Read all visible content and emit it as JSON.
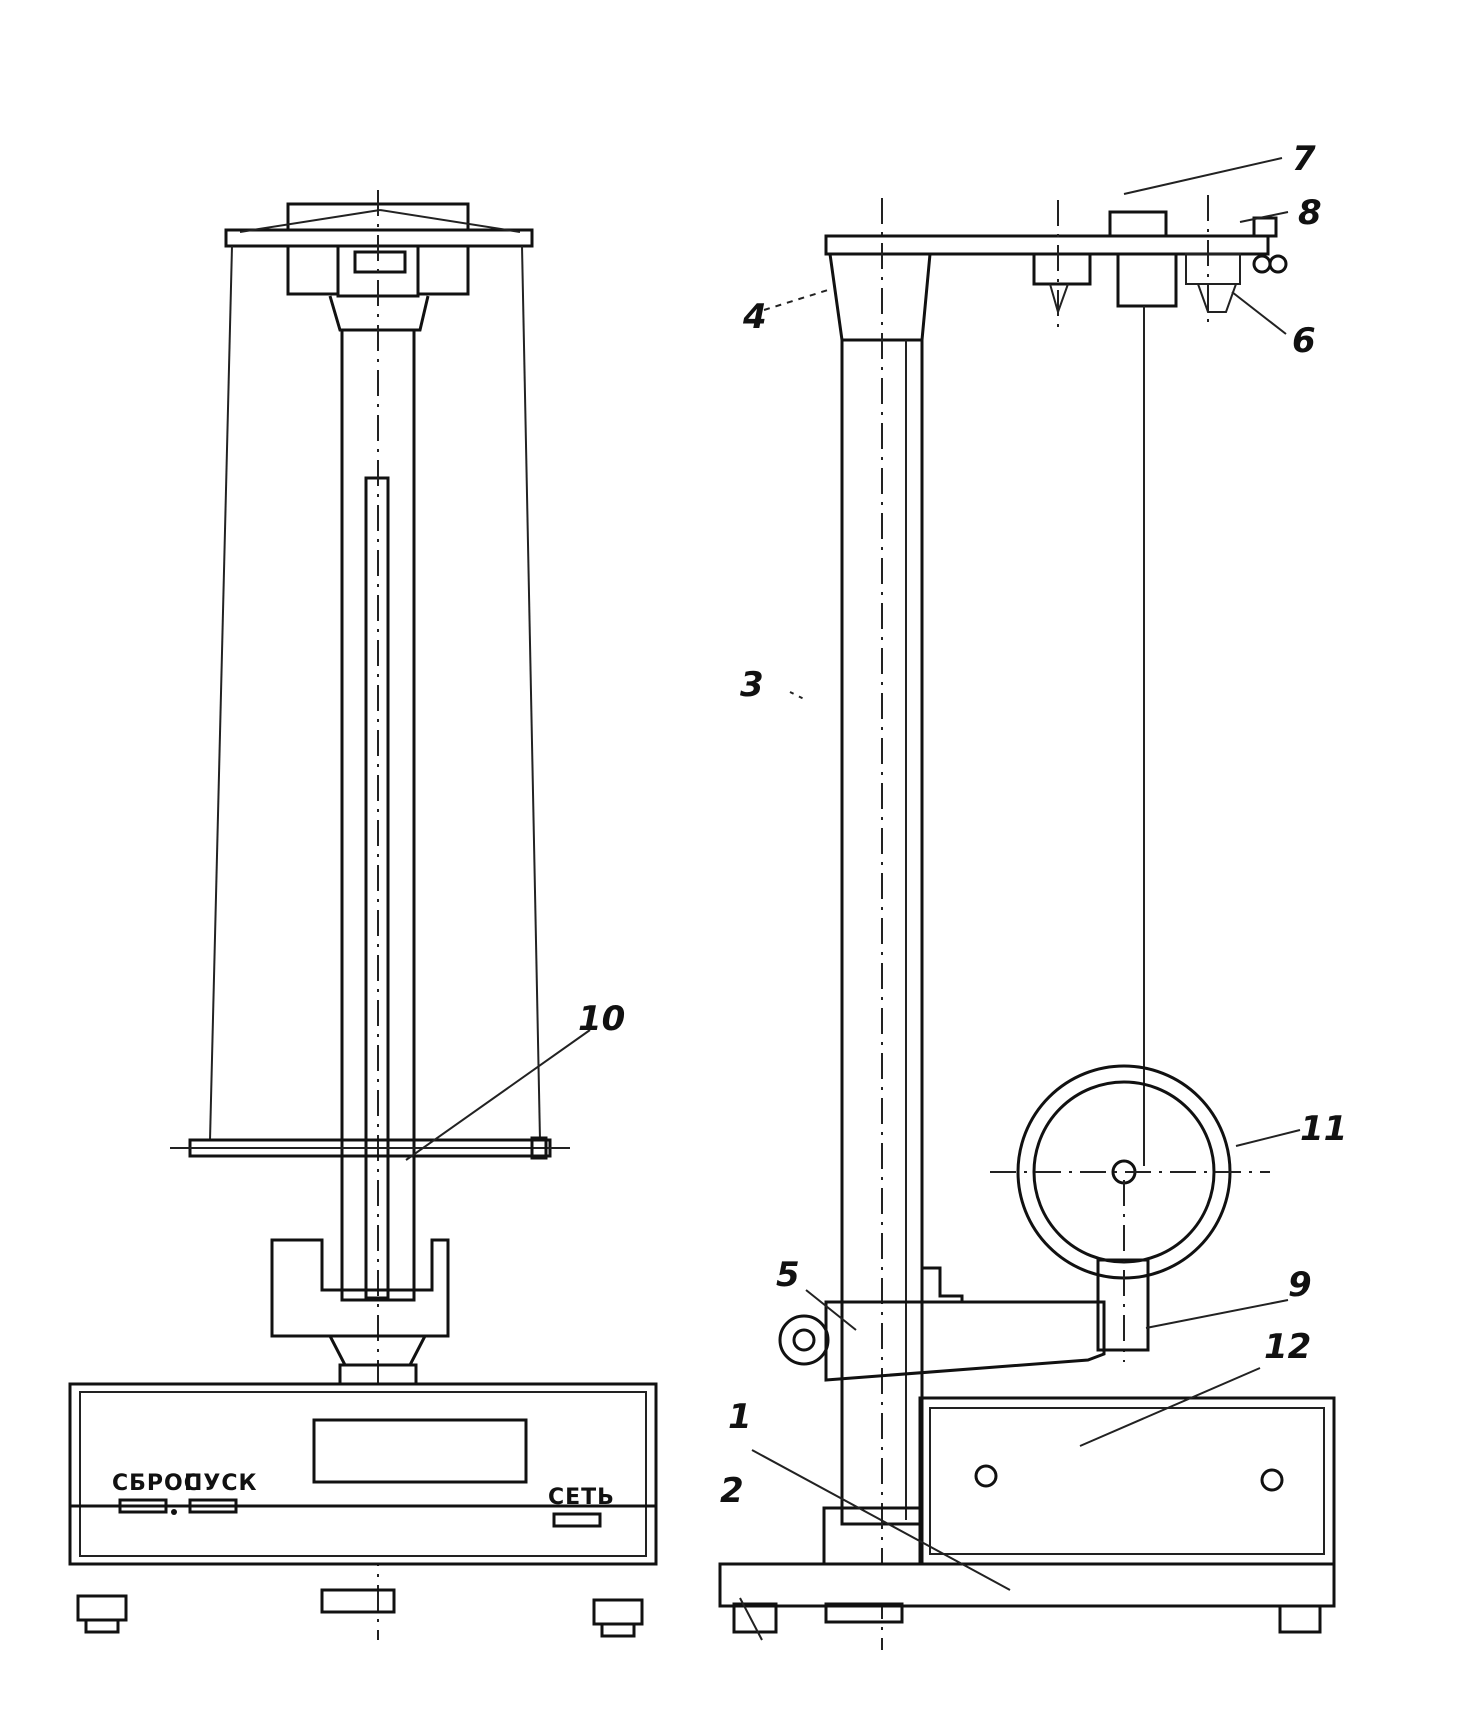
{
  "panel_labels": {
    "reset": "СБРОС",
    "start": "ПУСК",
    "power": "СЕТЬ"
  },
  "callouts": [
    "1",
    "2",
    "3",
    "4",
    "5",
    "6",
    "7",
    "8",
    "9",
    "10",
    "11",
    "12"
  ]
}
